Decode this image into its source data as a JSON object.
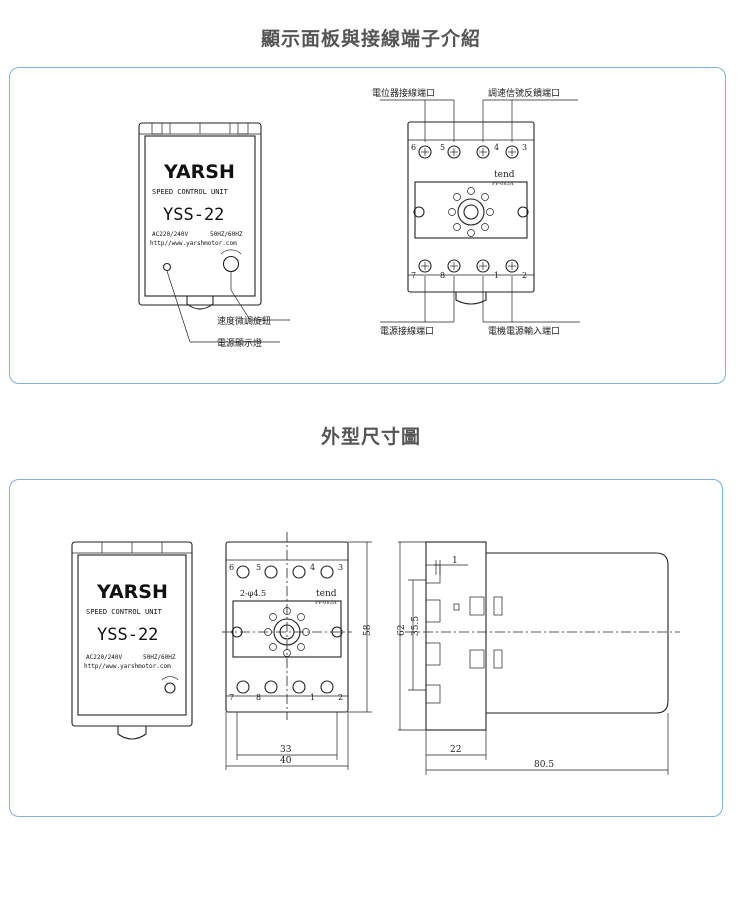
{
  "sections": {
    "panel_title": "顯示面板與接線端子介紹",
    "dimension_title": "外型尺寸圖"
  },
  "device": {
    "brand": "YARSH",
    "subtitle": "SPEED CONTROL UNIT",
    "model": "YSS-22",
    "voltage": "AC220/240V",
    "frequency": "50HZ/60HZ",
    "url": "http//www.yarshmotor.com"
  },
  "callouts": {
    "speed_knob": "速度微調旋鈕",
    "power_lamp": "電源顯示燈",
    "potentiometer_terminal": "電位器接線端口",
    "speed_signal_terminal": "調速信號反饋端口",
    "power_terminal": "電源接線端口",
    "motor_power_terminal": "電機電源輸入端口"
  },
  "socket": {
    "brand": "tend",
    "model": "PF-083A",
    "top_terminals": [
      "6",
      "5",
      "4",
      "3"
    ],
    "bottom_terminals": [
      "7",
      "8",
      "1",
      "2"
    ]
  },
  "dimensions": {
    "hole": "2-φ4.5",
    "width_inner": "33",
    "width_outer": "40",
    "height": "58",
    "side_62": "62",
    "side_35": "35.5",
    "side_1": "1",
    "depth_base": "22",
    "depth_total": "80.5"
  },
  "colors": {
    "panel_border": "#7fb3d8",
    "line": "#222222"
  }
}
